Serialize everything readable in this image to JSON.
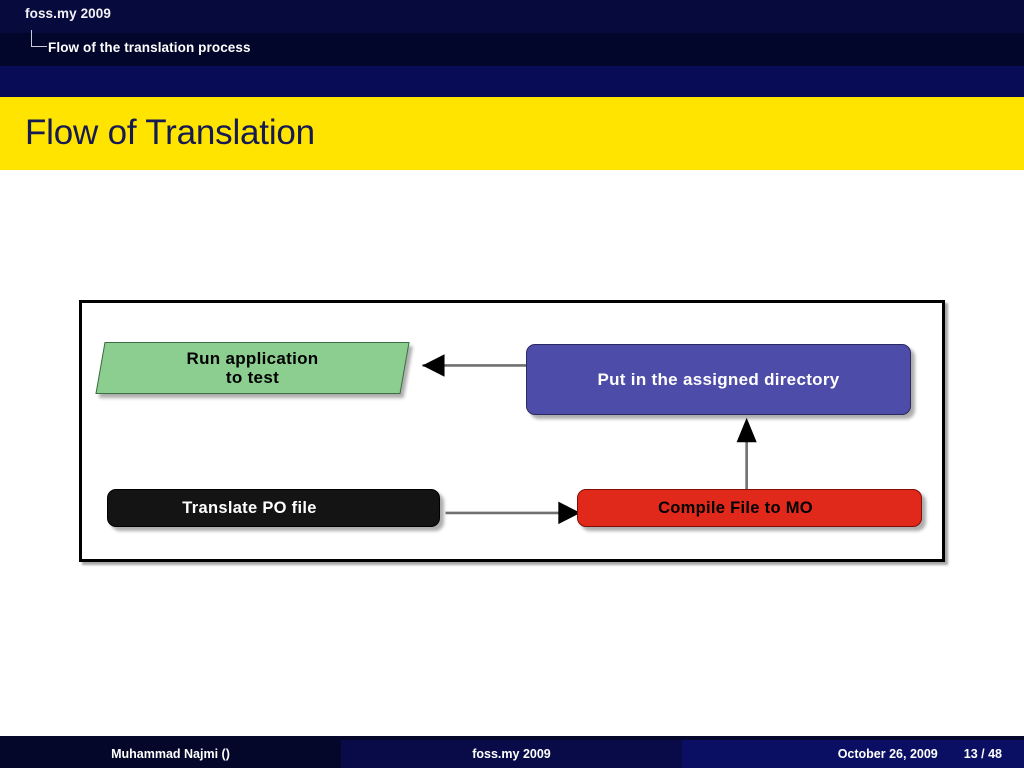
{
  "header": {
    "nav_title": "foss.my 2009",
    "nav_subtitle": "Flow of the translation process"
  },
  "title_banner": {
    "title": "Flow of Translation",
    "background": "#ffe400",
    "text_color": "#151a52"
  },
  "diagram": {
    "nodes": [
      {
        "id": "run-application",
        "label": "Run application\nto test",
        "label_line1": "Run application",
        "label_line2": "to test",
        "shape": "parallelogram",
        "fill": "#8cce90",
        "text_color": "#000000"
      },
      {
        "id": "put-in-directory",
        "label": "Put in the assigned directory",
        "shape": "rounded-rect",
        "fill": "#4d4ca8",
        "text_color": "#ffffff"
      },
      {
        "id": "translate-po-file",
        "label": "Translate PO file",
        "shape": "rounded-rect",
        "fill": "#141414",
        "text_color": "#ffffff"
      },
      {
        "id": "compile-file-to-mo",
        "label": "Compile File to MO",
        "shape": "rounded-rect",
        "fill": "#e0281b",
        "text_color": "#000000"
      }
    ],
    "edges": [
      {
        "id": "translate-to-compile",
        "from": "translate-po-file",
        "to": "compile-file-to-mo",
        "direction": "right"
      },
      {
        "id": "compile-to-put",
        "from": "compile-file-to-mo",
        "to": "put-in-directory",
        "direction": "up"
      },
      {
        "id": "put-to-run",
        "from": "put-in-directory",
        "to": "run-application",
        "direction": "left"
      }
    ],
    "border_color": "#000000"
  },
  "footer": {
    "author": "Muhammad Najmi  ()",
    "event": "foss.my 2009",
    "date": "October 26, 2009",
    "page": "13 / 48"
  }
}
